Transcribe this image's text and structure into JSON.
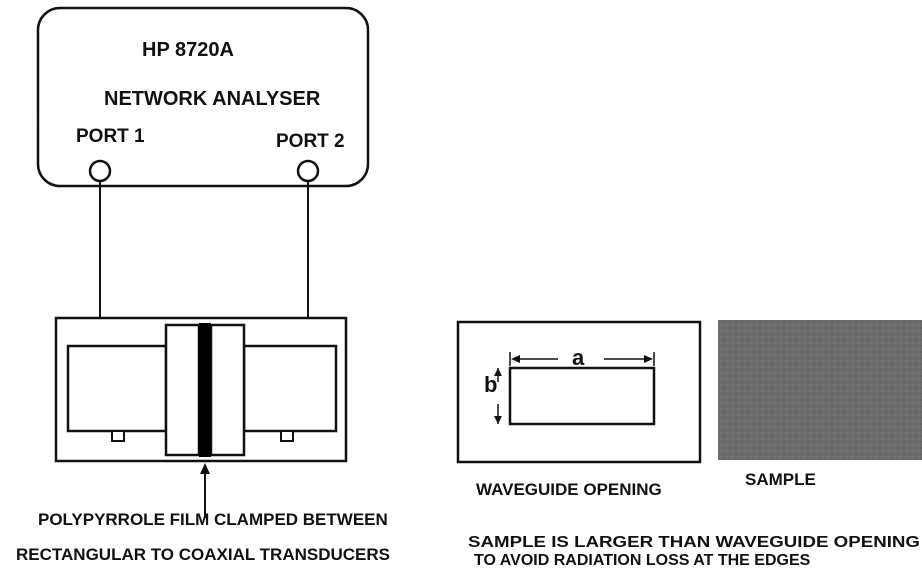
{
  "analyser": {
    "model": "HP 8720A",
    "name": "NETWORK ANALYSER",
    "port1": "PORT 1",
    "port2": "PORT 2"
  },
  "waveguide": {
    "dim_a": "a",
    "dim_b": "b",
    "caption": "WAVEGUIDE OPENING"
  },
  "sample": {
    "caption": "SAMPLE",
    "fill_color": "#6f6f6f"
  },
  "captions": {
    "film_line1": "POLYPYRROLE FILM CLAMPED BETWEEN",
    "film_line2": "RECTANGULAR TO COAXIAL TRANSDUCERS",
    "note_line1": "SAMPLE IS LARGER THAN WAVEGUIDE OPENING",
    "note_line2": "TO AVOID RADIATION LOSS AT THE EDGES"
  },
  "colors": {
    "ink": "#111111",
    "film": "#000000"
  }
}
